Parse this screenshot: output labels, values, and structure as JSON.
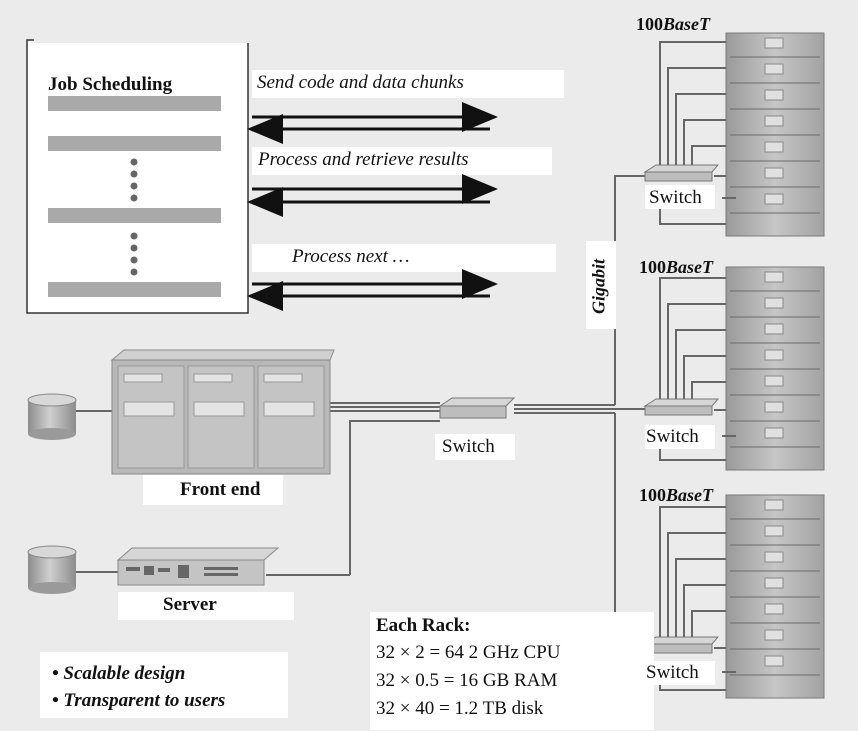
{
  "job_panel": {
    "title": "Job Scheduling"
  },
  "arrows": {
    "send": "Send code and data chunks",
    "process": "Process and retrieve results",
    "next": "Process next …"
  },
  "links": {
    "gigabit": "Gigabit"
  },
  "racks": [
    {
      "uplink_prefix": "100",
      "uplink_suffix": "BaseT",
      "switch_label": "Switch"
    },
    {
      "uplink_prefix": "100",
      "uplink_suffix": "BaseT",
      "switch_label": "Switch"
    },
    {
      "uplink_prefix": "100",
      "uplink_suffix": "BaseT",
      "switch_label": "Switch"
    }
  ],
  "core_switch": {
    "label": "Switch"
  },
  "front_end": {
    "label": "Front end"
  },
  "server": {
    "label": "Server"
  },
  "rack_specs": {
    "title": "Each Rack:",
    "lines": [
      "32 × 2 = 64 2 GHz CPU",
      "32 × 0.5 = 16 GB RAM",
      "32 × 40 = 1.2 TB disk"
    ]
  },
  "features": [
    "Scalable design",
    "Transparent to users"
  ],
  "colors": {
    "background": "#ebebeb",
    "equipment": "#b8b8b8",
    "bars": "#a9a9a9"
  }
}
